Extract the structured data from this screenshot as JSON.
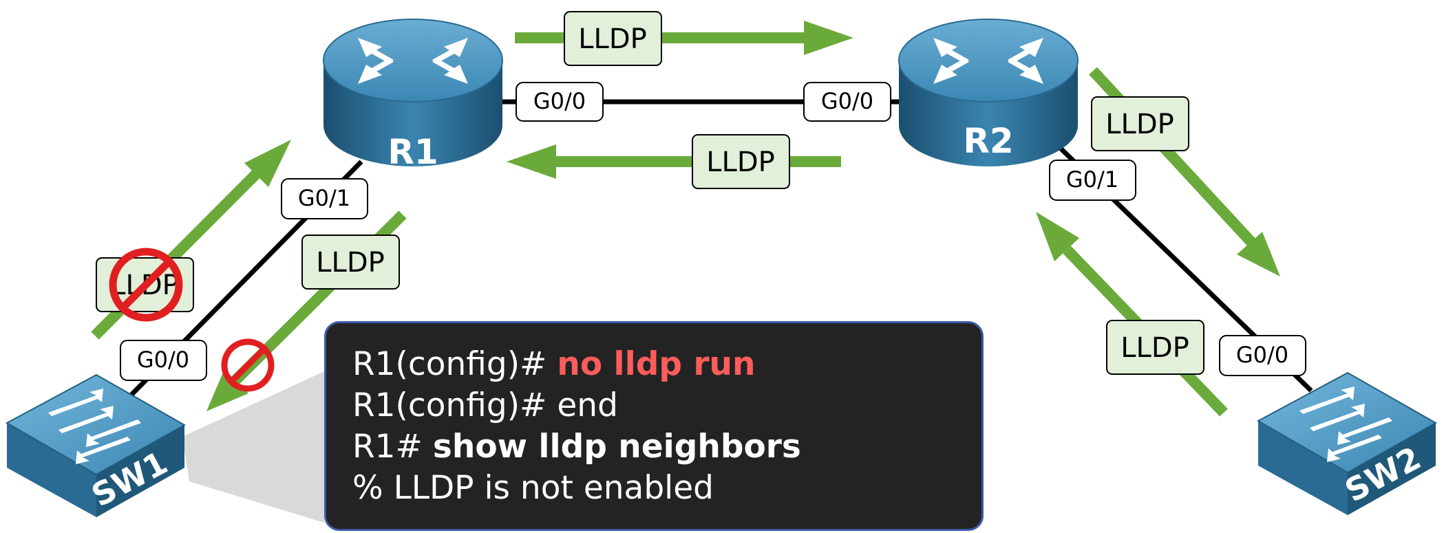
{
  "devices": {
    "r1": "R1",
    "r2": "R2",
    "sw1": "SW1",
    "sw2": "SW2"
  },
  "interfaces": {
    "r1_g00": "G0/0",
    "r2_g00": "G0/0",
    "r1_g01": "G0/1",
    "r2_g01": "G0/1",
    "sw1_g00": "G0/0",
    "sw2_g00": "G0/0"
  },
  "lldp_labels": {
    "r1_to_r2": "LLDP",
    "r2_to_r1": "LLDP",
    "r1_to_sw1": "LLDP",
    "sw1_to_r1_blocked": "LLDP",
    "r2_to_sw2": "LLDP",
    "sw2_to_r2": "LLDP"
  },
  "terminal": {
    "line1_prompt": "R1(config)# ",
    "line1_cmd": "no lldp run",
    "line2_prompt": "R1(config)# ",
    "line2_cmd": "end",
    "line3_prompt": "R1# ",
    "line3_cmd": "show lldp neighbors",
    "line4": "% LLDP is not enabled"
  },
  "colors": {
    "arrow": "#6aaa3a",
    "label_fill": "#e2efd9",
    "device_blue": "#2f6d94",
    "block_red": "#e02020",
    "highlight_red": "#ff5c5c",
    "terminal_bg": "#232323"
  }
}
